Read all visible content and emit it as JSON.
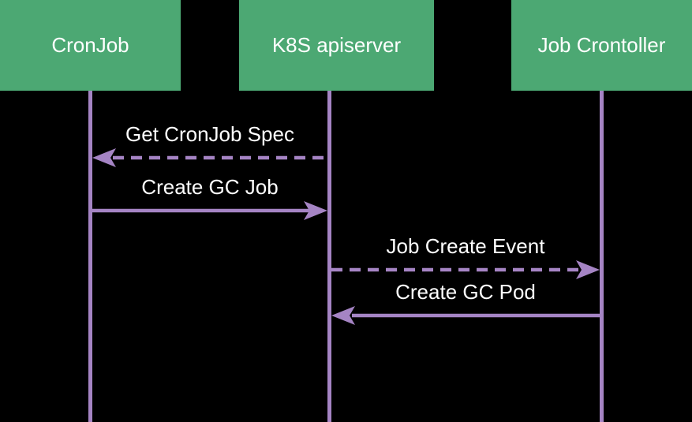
{
  "diagram": {
    "type": "sequence-diagram",
    "colors": {
      "background": "#000000",
      "actor_fill": "#4ca873",
      "actor_text": "#ffffff",
      "line_color": "#a584c4",
      "message_text": "#ffffff"
    },
    "actors": [
      {
        "name": "CronJob"
      },
      {
        "name": "K8S apiserver"
      },
      {
        "name": "Job Crontoller"
      }
    ],
    "messages": [
      {
        "label": "Get CronJob Spec",
        "from": "K8S apiserver",
        "to": "CronJob",
        "style": "dashed",
        "direction": "left"
      },
      {
        "label": "Create GC Job",
        "from": "CronJob",
        "to": "K8S apiserver",
        "style": "solid",
        "direction": "right"
      },
      {
        "label": "Job Create Event",
        "from": "K8S apiserver",
        "to": "Job Crontoller",
        "style": "dashed",
        "direction": "right"
      },
      {
        "label": "Create GC Pod",
        "from": "Job Crontoller",
        "to": "K8S apiserver",
        "style": "solid",
        "direction": "left"
      }
    ]
  }
}
